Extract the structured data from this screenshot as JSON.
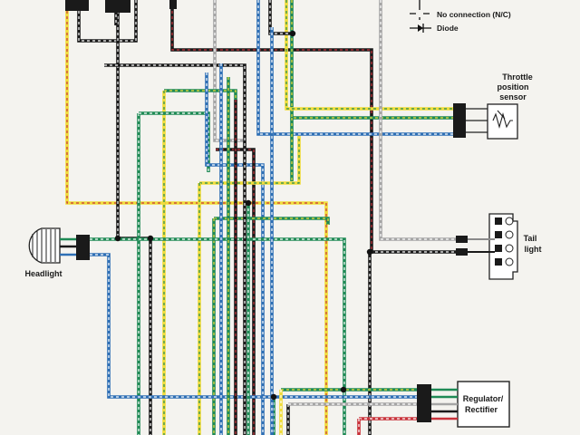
{
  "legend": {
    "no_connection": "No connection (N/C)",
    "diode": "Diode"
  },
  "components": {
    "throttle_line1": "Throttle",
    "throttle_line2": "position",
    "throttle_line3": "sensor",
    "tail_line1": "Tail",
    "tail_line2": "light",
    "headlight": "Headlight",
    "regulator_line1": "Regulator/",
    "regulator_line2": "Rectifier"
  },
  "wire_colors": {
    "black": "#1a1a1a",
    "blue": "#2e6fb5",
    "green": "#1f8a55",
    "red": "#c8323a",
    "yellow": "#f0dc3a",
    "grey": "#a5a5a5",
    "white": "#ffffff"
  }
}
